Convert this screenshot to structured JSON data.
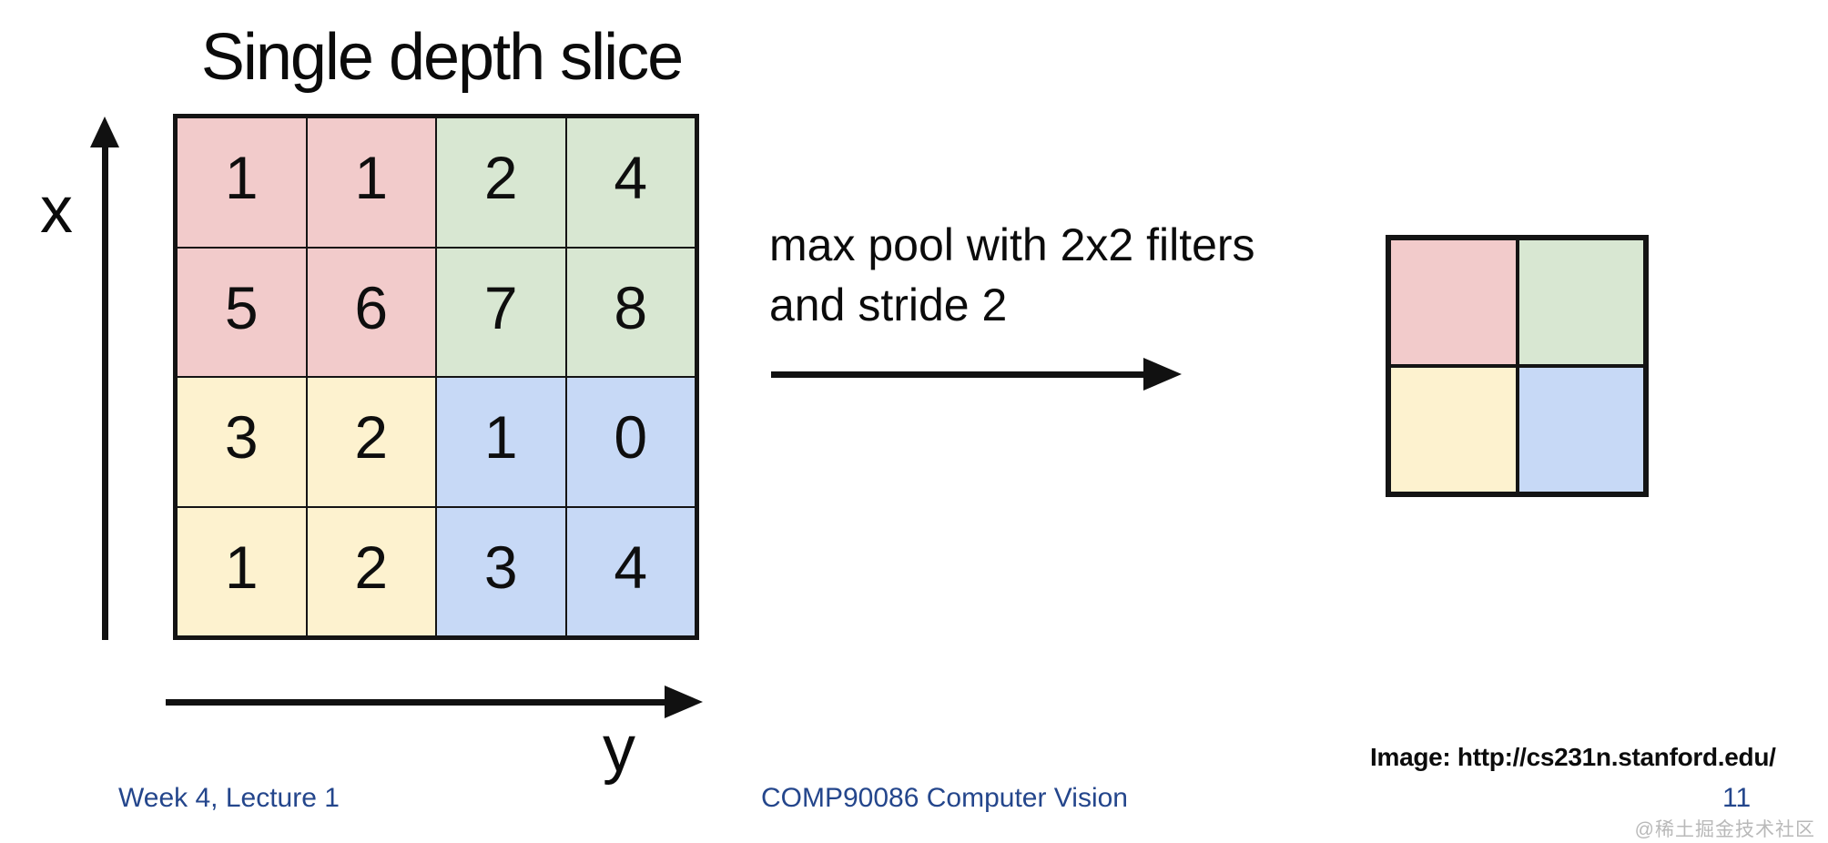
{
  "slide": {
    "title": "Single depth slice",
    "axis": {
      "x_label": "x",
      "y_label": "y"
    },
    "input_grid": {
      "rows": [
        [
          {
            "v": "1",
            "c": "pink"
          },
          {
            "v": "1",
            "c": "pink"
          },
          {
            "v": "2",
            "c": "green"
          },
          {
            "v": "4",
            "c": "green"
          }
        ],
        [
          {
            "v": "5",
            "c": "pink"
          },
          {
            "v": "6",
            "c": "pink"
          },
          {
            "v": "7",
            "c": "green"
          },
          {
            "v": "8",
            "c": "green"
          }
        ],
        [
          {
            "v": "3",
            "c": "yellow"
          },
          {
            "v": "2",
            "c": "yellow"
          },
          {
            "v": "1",
            "c": "blue"
          },
          {
            "v": "0",
            "c": "blue"
          }
        ],
        [
          {
            "v": "1",
            "c": "yellow"
          },
          {
            "v": "2",
            "c": "yellow"
          },
          {
            "v": "3",
            "c": "blue"
          },
          {
            "v": "4",
            "c": "blue"
          }
        ]
      ]
    },
    "operation": {
      "line1": "max pool with 2x2 filters",
      "line2": "and stride 2"
    },
    "output_grid": {
      "rows": [
        [
          {
            "v": "",
            "c": "pink"
          },
          {
            "v": "",
            "c": "green"
          }
        ],
        [
          {
            "v": "",
            "c": "yellow"
          },
          {
            "v": "",
            "c": "blue"
          }
        ]
      ]
    },
    "colors": {
      "pink": "#f2cbcb",
      "green": "#d8e7d2",
      "yellow": "#fdf2cf",
      "blue": "#c7d9f6",
      "border": "#141414",
      "footer_text": "#24468c",
      "watermark_gray": "#b9b9b9"
    }
  },
  "credit": {
    "text": "Image: http://cs231n.stanford.edu/"
  },
  "footer": {
    "left": "Week 4, Lecture 1",
    "center": "COMP90086 Computer Vision",
    "page_number": "11"
  },
  "watermark": {
    "text": "@稀土掘金技术社区"
  }
}
